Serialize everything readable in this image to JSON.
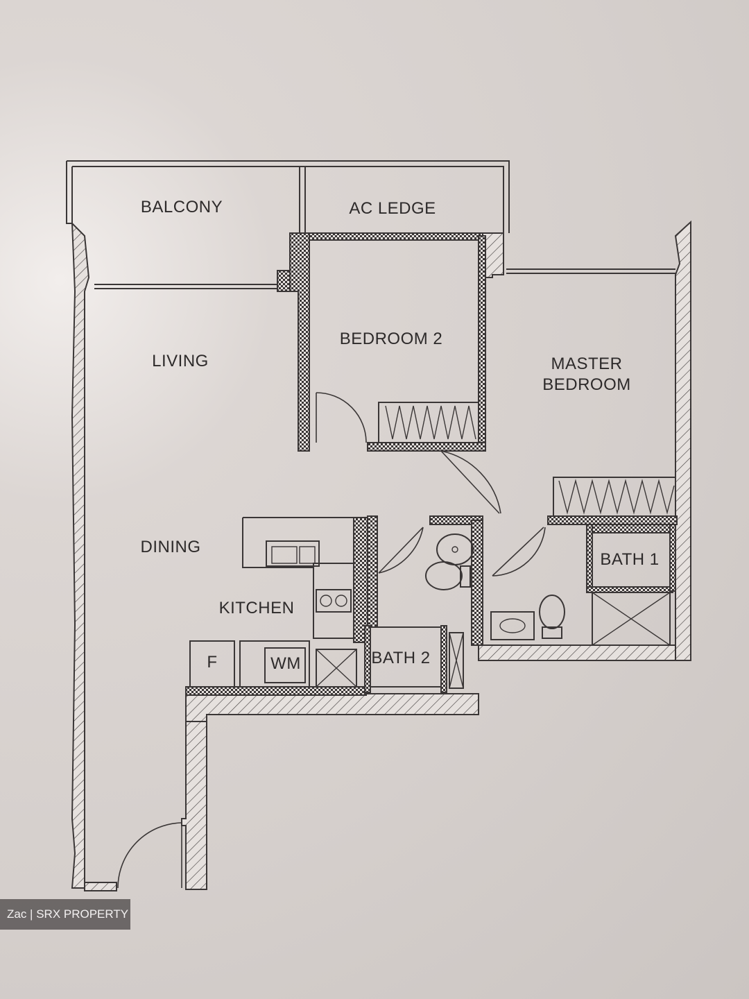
{
  "rooms": {
    "balcony": "BALCONY",
    "ac_ledge": "AC LEDGE",
    "living": "LIVING",
    "bedroom2": "BEDROOM 2",
    "master_line1": "MASTER",
    "master_line2": "BEDROOM",
    "dining": "DINING",
    "kitchen": "KITCHEN",
    "bath1": "BATH 1",
    "bath2": "BATH 2",
    "fridge": "F",
    "washer": "WM"
  },
  "credit": "Zac | SRX PROPERTY"
}
